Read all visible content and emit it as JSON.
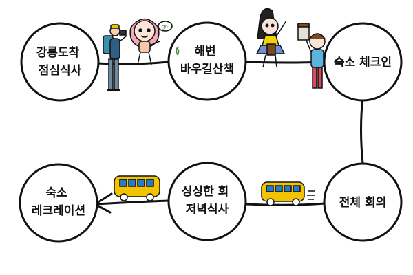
{
  "diagram": {
    "nodes": [
      {
        "id": "n1",
        "lines": [
          "강릉도착",
          "점심식사"
        ]
      },
      {
        "id": "n2",
        "lines": [
          "해변",
          "바우길산책"
        ]
      },
      {
        "id": "n3",
        "lines": [
          "숙소 체크인"
        ]
      },
      {
        "id": "n4",
        "lines": [
          "전체 회의"
        ]
      },
      {
        "id": "n5",
        "lines": [
          "싱싱한 회",
          "저녁식사"
        ]
      },
      {
        "id": "n6",
        "lines": [
          "숙소",
          "레크레이션"
        ]
      }
    ],
    "edges": [
      {
        "from": "n1",
        "to": "n2",
        "arrow": false
      },
      {
        "from": "n2",
        "to": "n3",
        "arrow": false
      },
      {
        "from": "n3",
        "to": "n4",
        "arrow": false
      },
      {
        "from": "n4",
        "to": "n5",
        "arrow": false
      },
      {
        "from": "n5",
        "to": "n6",
        "arrow": true
      }
    ],
    "illustrations": [
      "photographer-icon",
      "girl-sprout-icon",
      "girl-coffee-icon",
      "boy-coffee-icon",
      "bus-icon",
      "bus-moving-icon"
    ],
    "colors": {
      "stroke": "#111111",
      "bus_body": "#f2c400",
      "bus_window": "#2a78c8",
      "coffee": "#7a4a22"
    }
  }
}
